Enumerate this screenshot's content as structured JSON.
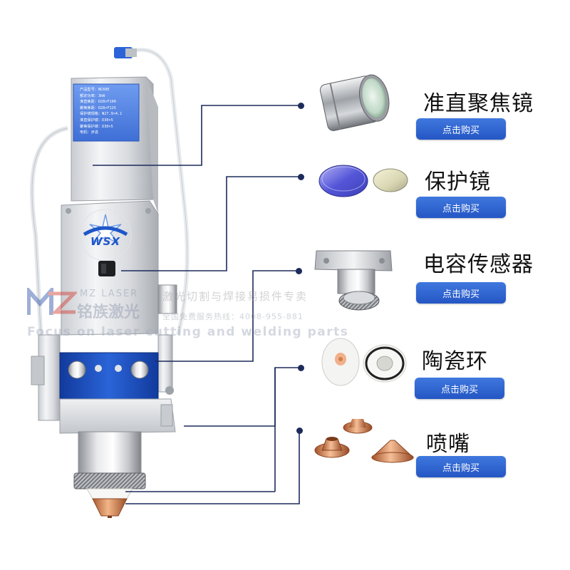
{
  "watermark": {
    "brand_en": "MZ LASER",
    "brand_cn": "铭族激光",
    "slogan_cn": "激光切割与焊接易损件专卖",
    "hotline": "全国免费服务热线：4008-955-881",
    "tagline_en": "Focus on laser cutting and welding parts",
    "accent_color": "#c0392b"
  },
  "head": {
    "logo_text": "WSX",
    "label_lines": [
      "产品型号：NC60E",
      "额定功率：3kW",
      "准直焦距：D28×F100",
      "聚焦焦距：D28×F125",
      "保护镜规格：Φ27.9×4.1",
      "准直保护镜：D30×5",
      "聚焦保护镜：D30×5",
      "电机：步进"
    ]
  },
  "parts": [
    {
      "title": "准直聚焦镜",
      "button": "点击购买",
      "icon": "collimating-focusing-lens-icon"
    },
    {
      "title": "保护镜",
      "button": "点击购买",
      "icon": "protective-lens-icon"
    },
    {
      "title": "电容传感器",
      "button": "点击购买",
      "icon": "capacitive-sensor-icon"
    },
    {
      "title": "陶瓷环",
      "button": "点击购买",
      "icon": "ceramic-ring-icon"
    },
    {
      "title": "喷嘴",
      "button": "点击购买",
      "icon": "nozzle-icon"
    }
  ],
  "colors": {
    "button": "#2d60cc",
    "line": "#1d2b5c",
    "copper": "#d9895a"
  }
}
